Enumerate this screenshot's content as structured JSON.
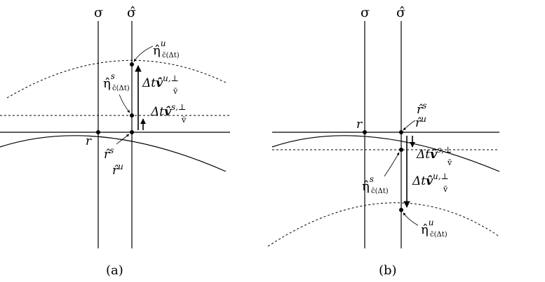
{
  "panel_a": {
    "sigma": "σ",
    "sigma_hat": "σ̂",
    "r": "r",
    "r_s": "r̂",
    "r_s_sup": "s",
    "r_u": "r̂",
    "r_u_sup": "u",
    "eta_u": "η̂",
    "eta_u_sup": "u",
    "eta_u_sub": "c̄(Δt)",
    "eta_s": "η̂",
    "eta_s_sup": "s",
    "eta_s_sub": "c̄(Δt)",
    "dt_vu": "Δt",
    "dt_vu_v": "v̂",
    "dt_vu_sup": "u,⊥",
    "dt_vu_sub": "v̄",
    "dt_vs": "Δt",
    "dt_vs_v": "v̂",
    "dt_vs_sup": "s,⊥",
    "dt_vs_sub": "v̄",
    "caption": "(a)"
  },
  "panel_b": {
    "sigma": "σ",
    "sigma_hat": "σ̂",
    "r": "r",
    "r_s": "r̂",
    "r_s_sup": "s",
    "r_u": "r̂",
    "r_u_sup": "u",
    "eta_u": "η̂",
    "eta_u_sup": "u",
    "eta_u_sub": "c̄(Δt)",
    "eta_s": "η̂",
    "eta_s_sup": "s",
    "eta_s_sub": "c̄(Δt)",
    "dt_vu": "Δt",
    "dt_vu_v": "v̂",
    "dt_vu_sup": "u,⊥",
    "dt_vu_sub": "v̄",
    "dt_vs": "Δt",
    "dt_vs_v": "v̂",
    "dt_vs_sup": "s,⊥",
    "dt_vs_sub": "v̄",
    "caption": "(b)"
  }
}
